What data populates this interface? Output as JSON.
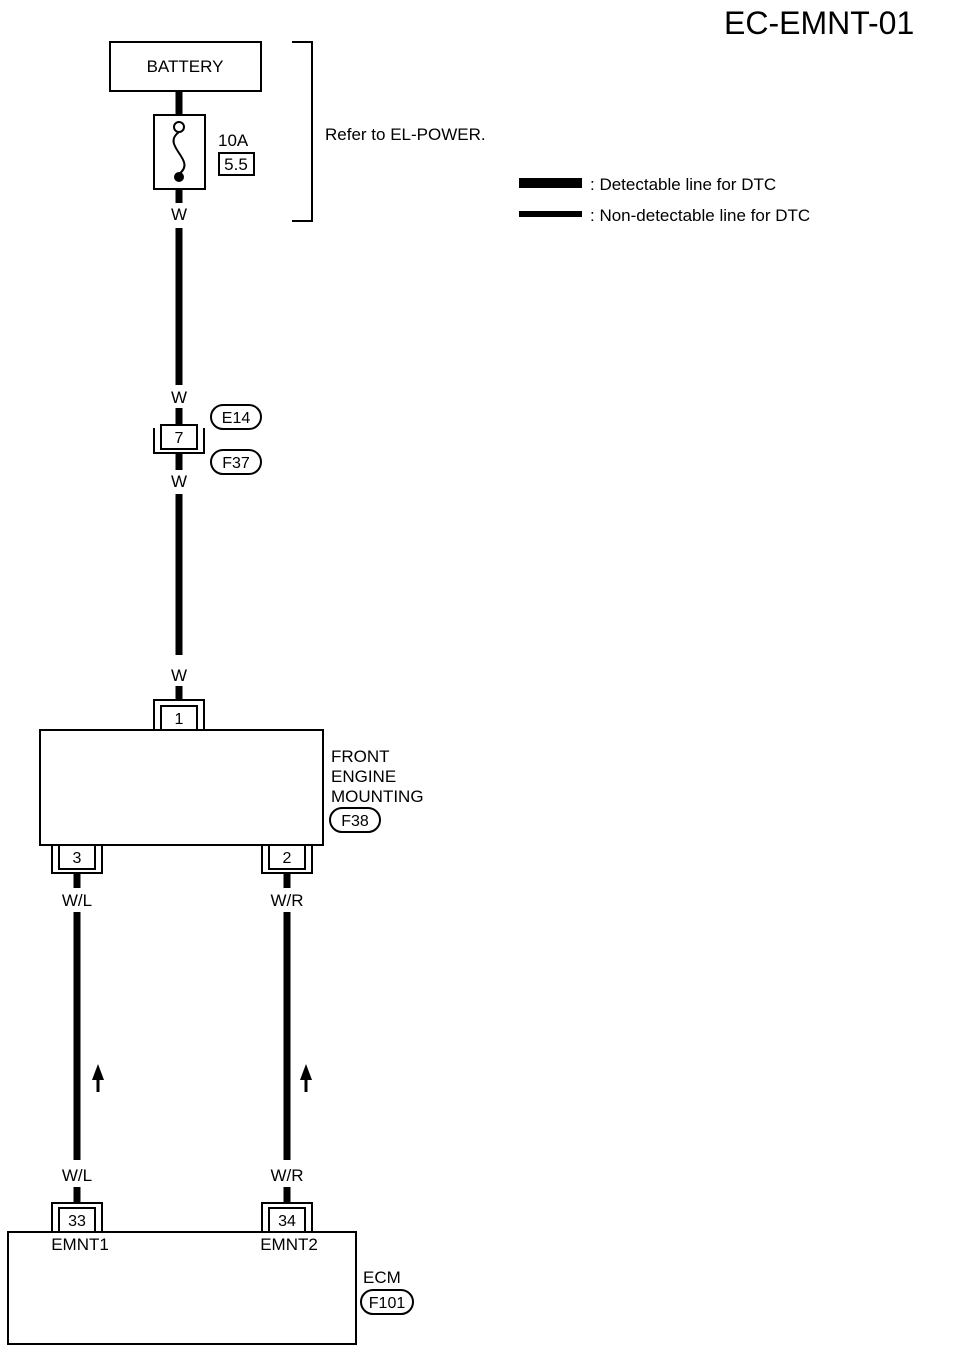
{
  "page_code": "EC-EMNT-01",
  "battery": {
    "label": "BATTERY"
  },
  "fuse": {
    "amperage": "10A",
    "number": "5.5"
  },
  "power_note": "Refer to EL-POWER.",
  "legend": {
    "detectable": ": Detectable line for DTC",
    "non_detectable": ": Non-detectable line for DTC"
  },
  "wires": {
    "fuse_out": "W",
    "e14_in": "W",
    "f37_out": "W",
    "mount_in": "W",
    "mount_pin3_out": "W/L",
    "mount_pin2_out": "W/R",
    "ecm_pin33_in": "W/L",
    "ecm_pin34_in": "W/R"
  },
  "connectors": {
    "joint_top": "E14",
    "joint_bottom": "F37",
    "joint_pin": "7",
    "mount": "F38",
    "ecm": "F101"
  },
  "mount": {
    "name_line1": "FRONT",
    "name_line2": "ENGINE",
    "name_line3": "MOUNTING",
    "pin_top": "1",
    "pin_left": "3",
    "pin_right": "2"
  },
  "ecm": {
    "name": "ECM",
    "pin_left": "33",
    "pin_right": "34",
    "term_left": "EMNT1",
    "term_right": "EMNT2"
  },
  "colors": {
    "line": "#000000",
    "background": "#ffffff"
  }
}
